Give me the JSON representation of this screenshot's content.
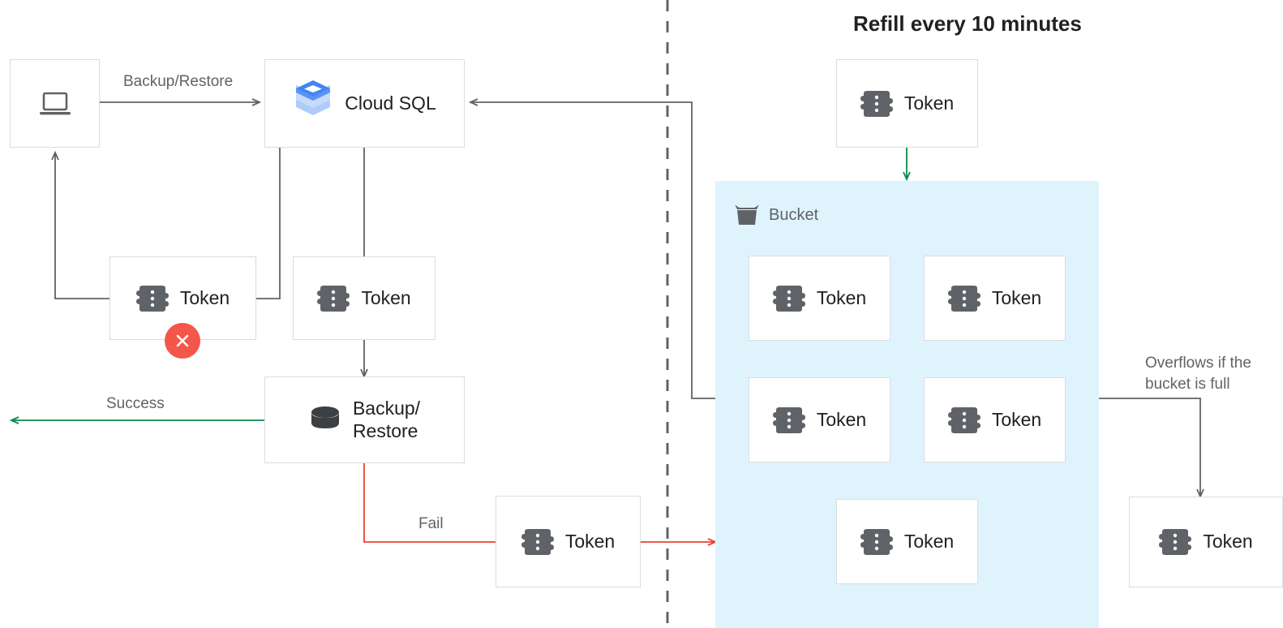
{
  "diagram": {
    "title_top_right": "Refill every 10 minutes",
    "colors": {
      "bucket_fill": "#DFF3FD",
      "success_green": "#0B8A47",
      "fail_red": "#EA4335",
      "arrow_gray": "#5f6368",
      "error_badge": "#F4564A",
      "box_border": "#dadce0",
      "token_icon": "#5f6368",
      "cloudsql_blue_dark": "#4285F4",
      "cloudsql_blue_light": "#AECBFA"
    },
    "nodes": {
      "client": {
        "label": "",
        "icon": "laptop-icon"
      },
      "cloud_sql": {
        "label": "Cloud SQL",
        "icon": "cloud-sql-icon"
      },
      "token_rejected": {
        "label": "Token",
        "icon": "token-icon",
        "status": "error"
      },
      "token_accepted": {
        "label": "Token",
        "icon": "token-icon"
      },
      "backup_restore": {
        "label": "Backup/\nRestore",
        "icon": "database-icon"
      },
      "token_fail_return": {
        "label": "Token",
        "icon": "token-icon"
      },
      "token_refill": {
        "label": "Token",
        "icon": "token-icon"
      },
      "bucket": {
        "label": "Bucket",
        "icon": "bucket-icon"
      },
      "bucket_tokens": [
        {
          "label": "Token",
          "icon": "token-icon"
        },
        {
          "label": "Token",
          "icon": "token-icon"
        },
        {
          "label": "Token",
          "icon": "token-icon"
        },
        {
          "label": "Token",
          "icon": "token-icon"
        },
        {
          "label": "Token",
          "icon": "token-icon"
        }
      ],
      "token_overflow": {
        "label": "Token",
        "icon": "token-icon"
      }
    },
    "edge_labels": {
      "backup_restore": "Backup/Restore",
      "success": "Success",
      "fail": "Fail",
      "overflow": "Overflows if the\nbucket is full"
    }
  }
}
